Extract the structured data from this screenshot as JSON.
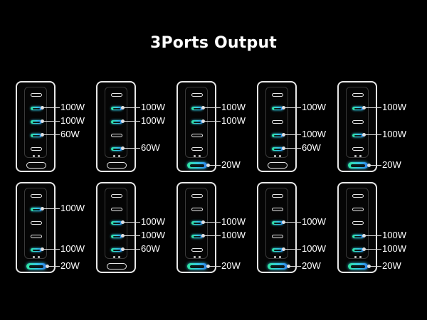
{
  "title": "3Ports Output",
  "colors": {
    "background": "#000000",
    "active_port": "#34c8e6",
    "text": "#ffffff"
  },
  "configs": [
    {
      "active": [
        1,
        2,
        3
      ],
      "bottom": false,
      "labels": {
        "1": "100W",
        "2": "100W",
        "3": "60W"
      }
    },
    {
      "active": [
        1,
        2,
        4
      ],
      "bottom": false,
      "labels": {
        "1": "100W",
        "2": "100W",
        "4": "60W"
      }
    },
    {
      "active": [
        1,
        2
      ],
      "bottom": true,
      "labels": {
        "1": "100W",
        "2": "100W",
        "bottom": "20W"
      }
    },
    {
      "active": [
        1,
        3,
        4
      ],
      "bottom": false,
      "labels": {
        "1": "100W",
        "3": "100W",
        "4": "60W"
      }
    },
    {
      "active": [
        1,
        3
      ],
      "bottom": true,
      "labels": {
        "1": "100W",
        "3": "100W",
        "bottom": "20W"
      }
    },
    {
      "active": [
        1,
        4
      ],
      "bottom": true,
      "labels": {
        "1": "100W",
        "4": "100W",
        "bottom": "20W"
      }
    },
    {
      "active": [
        2,
        3,
        4
      ],
      "bottom": false,
      "labels": {
        "2": "100W",
        "3": "100W",
        "4": "60W"
      }
    },
    {
      "active": [
        2,
        3
      ],
      "bottom": true,
      "labels": {
        "2": "100W",
        "3": "100W",
        "bottom": "20W"
      }
    },
    {
      "active": [
        2,
        4
      ],
      "bottom": true,
      "labels": {
        "2": "100W",
        "4": "100W",
        "bottom": "20W"
      }
    },
    {
      "active": [
        3,
        4
      ],
      "bottom": true,
      "labels": {
        "3": "100W",
        "4": "100W",
        "bottom": "20W"
      }
    }
  ]
}
